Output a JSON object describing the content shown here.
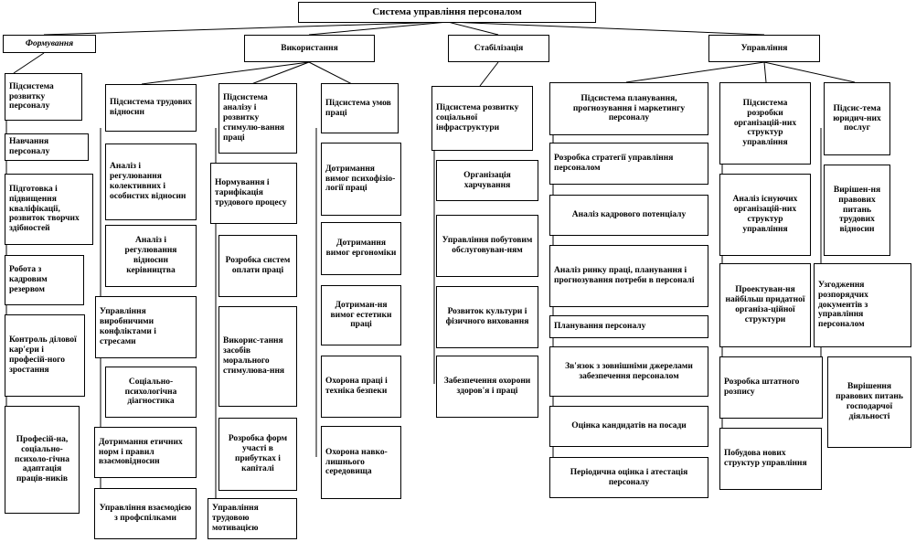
{
  "root": "Система управління персоналом",
  "categories": {
    "formuvannia": "Формування",
    "vykorystannia": "Використання",
    "stabilizatsiia": "Стабілізація",
    "upravlinnia": "Управління"
  },
  "col1": [
    "Підсистема розвитку персоналу",
    "Навчання персоналу",
    "Підготовка і підвищення кваліфікації, розвиток творчих здібностей",
    "Робота з кадровим резервом",
    "Контроль ділової кар'єри і професій-ного зростання",
    "Професій-на, соціально-психоло-гічна адаптація праців-ників"
  ],
  "col2": [
    "Підсистема трудових відносин",
    "Аналіз і регулювання колективних і особистих відносин",
    "Аналіз і регулювання відносин керівництва",
    "Управління виробничими конфліктами і стресами",
    "Соціально-психологічна діагностика",
    "Дотримання етичних норм і правил взаємовідносин",
    "Управління взаємодією з профспілками"
  ],
  "col3": [
    "Підсистема аналізу і розвитку стимулю-вання праці",
    "Нормування і тарифікація трудового процесу",
    "Розробка систем оплати праці",
    "Викорис-тання засобів морального стимулюва-ння",
    "Розробка форм участі в прибутках і капіталі",
    "Управління трудовою мотивацією"
  ],
  "col4": [
    "Підсистема умов праці",
    "Дотримання вимог психофізіо-логії праці",
    "Дотримання вимог ергономіки",
    "Дотриман-ня вимог естетики праці",
    "Охорона праці і техніка безпеки",
    "Охорона навко-лишнього середовища"
  ],
  "col5": [
    "Підсистема розвитку соціальної інфраструктури",
    "Організація харчування",
    "Управління побутовим обслуговуван-ням",
    "Розвиток культури і фізичного виховання",
    "Забезпечення охорони здоров'я і праці"
  ],
  "col6": [
    "Підсистема планування, прогнозування і маркетингу персоналу",
    "Розробка стратегії управління персоналом",
    "Аналіз кадрового потенціалу",
    "Аналіз ринку праці, планування і прогнозування потреби в персоналі",
    "Планування персоналу",
    "Зв'язок з зовнішніми джерелами забезпечення персоналом",
    "Оцінка кандидатів на посади",
    "Періодична оцінка і атестація персоналу"
  ],
  "col7": [
    "Підсистема розробки організацій-них структур управління",
    "Аналіз існуючих організацій-них структур управління",
    "Проектуван-ня найбільш придатної організа-ційної структури",
    "Розробка штатного розпису",
    "Побудова нових структур управління"
  ],
  "col8": [
    "Підсис-тема юридич-них послуг",
    "Вирішен-ня правових питань трудових відносин",
    "Узгодження розпорядчих документів з управління персоналом",
    "Вирішення правових питань господарчої діяльності"
  ]
}
